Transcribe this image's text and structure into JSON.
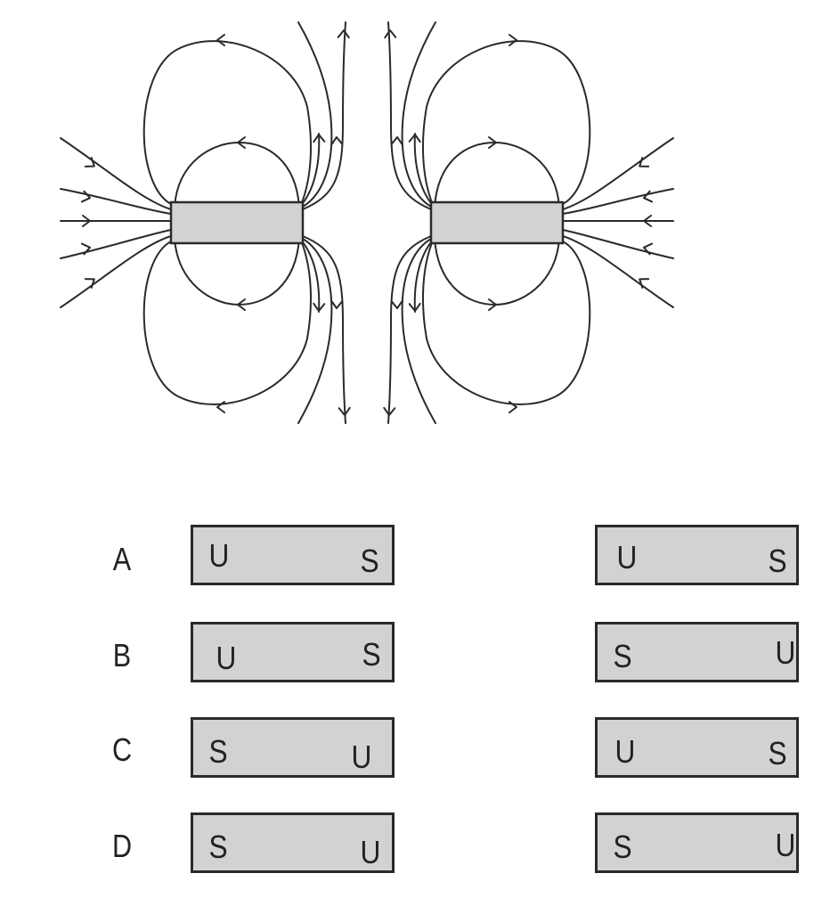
{
  "diagram": {
    "magnet_color": "#d2d2d2",
    "line_color": "#2a2a2a"
  },
  "options": [
    {
      "letter": "A",
      "left_magnet": {
        "left_pole": "U",
        "right_pole": "S"
      },
      "right_magnet": {
        "left_pole": "U",
        "right_pole": "S"
      }
    },
    {
      "letter": "B",
      "left_magnet": {
        "left_pole": "U",
        "right_pole": "S"
      },
      "right_magnet": {
        "left_pole": "S",
        "right_pole": "U"
      }
    },
    {
      "letter": "C",
      "left_magnet": {
        "left_pole": "S",
        "right_pole": "U"
      },
      "right_magnet": {
        "left_pole": "U",
        "right_pole": "S"
      }
    },
    {
      "letter": "D",
      "left_magnet": {
        "left_pole": "S",
        "right_pole": "U"
      },
      "right_magnet": {
        "left_pole": "S",
        "right_pole": "U"
      }
    }
  ]
}
